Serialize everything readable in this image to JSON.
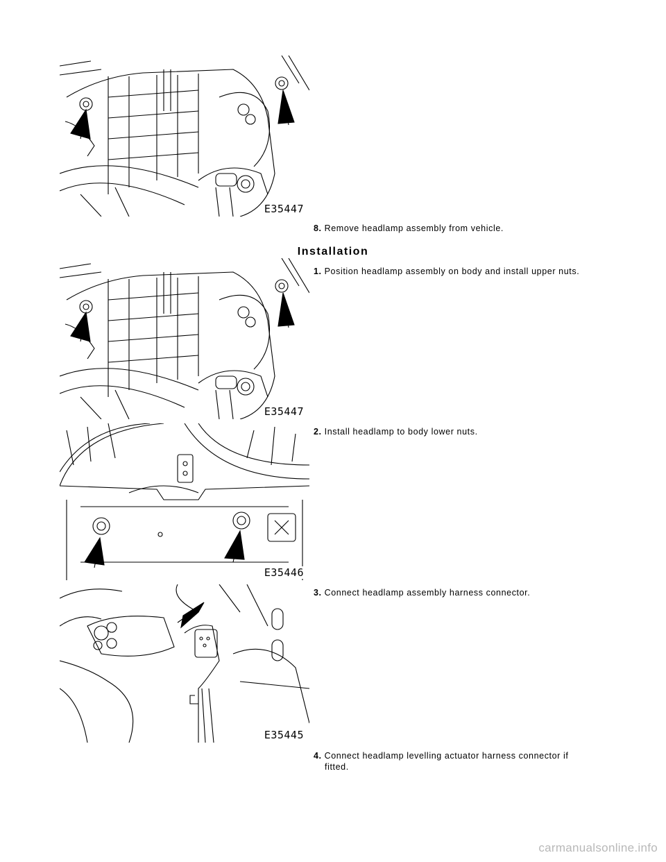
{
  "figures": [
    {
      "id": "E35447"
    },
    {
      "id": "E35447"
    },
    {
      "id": "E35446"
    },
    {
      "id": "E35445"
    }
  ],
  "removal": {
    "step8": {
      "number": "8.",
      "text": "Remove headlamp assembly from vehicle."
    }
  },
  "installation": {
    "heading": "Installation",
    "steps": [
      {
        "number": "1.",
        "text": "Position headlamp assembly on body and install upper nuts."
      },
      {
        "number": "2.",
        "text": "Install headlamp to body lower nuts."
      },
      {
        "number": "3.",
        "text": "Connect headlamp assembly harness connector."
      },
      {
        "number": "4.",
        "text": "Connect headlamp levelling actuator harness connector if",
        "continuation": "fitted."
      }
    ]
  },
  "watermark": "carmanualsonline.info"
}
